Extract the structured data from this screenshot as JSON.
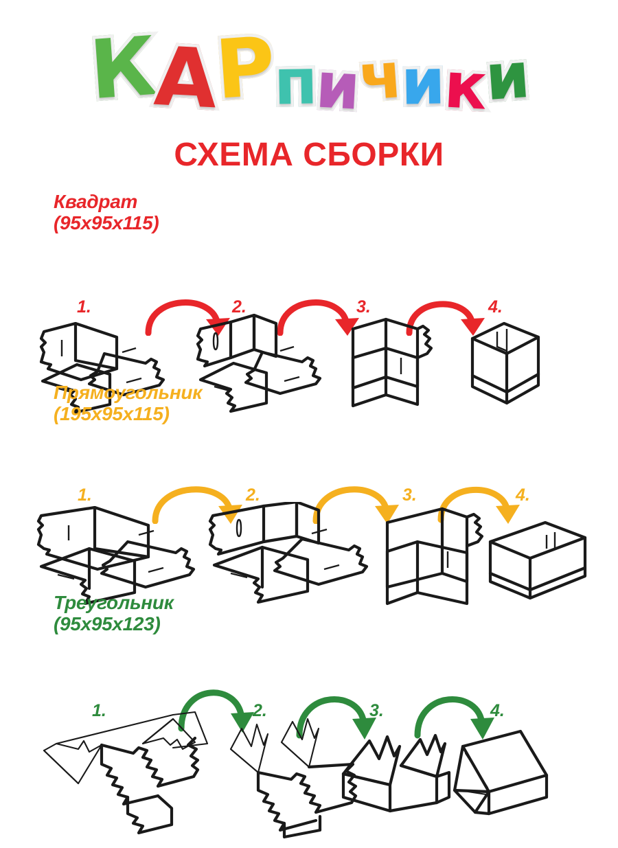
{
  "logo": {
    "text": "КАРпичики",
    "letters": [
      {
        "char": "К",
        "color": "#5cb councillor"
      }
    ]
  },
  "brand": {
    "name": "КАРпичики",
    "letters": [
      {
        "char": "К",
        "color": "#5ab54a",
        "shade": "#2f8f33",
        "tilt": "up"
      },
      {
        "char": "А",
        "color": "#e03030",
        "shade": "#b01c1c",
        "tilt": "dn"
      },
      {
        "char": "Р",
        "color": "#fbc516",
        "shade": "#f0a000",
        "tilt": "up"
      },
      {
        "char": "п",
        "color": "#3fc2ae",
        "shade": "#1c9b96",
        "tilt": "flat"
      },
      {
        "char": "и",
        "color": "#b65cb8",
        "shade": "#8c3a90",
        "tilt": "dn"
      },
      {
        "char": "ч",
        "color": "#f9a81c",
        "shade": "#f6c900",
        "tilt": "up"
      },
      {
        "char": "и",
        "color": "#38a7ec",
        "shade": "#1a72c8",
        "tilt": "flat"
      },
      {
        "char": "к",
        "color": "#ec0f4e",
        "shade": "#c60030",
        "tilt": "dn"
      },
      {
        "char": "и",
        "color": "#2e9440",
        "shade": "#1d6b2c",
        "tilt": "up"
      }
    ]
  },
  "subtitle": "СХЕМА СБОРКИ",
  "colors": {
    "red": "#e8262a",
    "amber": "#f5b01f",
    "green": "#2e8b3d",
    "ink": "#1a1a1a",
    "page_background": "#ffffff"
  },
  "sections": [
    {
      "id": "square",
      "shape_name": "Квадрат",
      "dimensions": "(95x95x115)",
      "heading": "Квадрат\n(95x95x115)",
      "accent": "#e8262a",
      "steps": [
        {
          "label": "1.",
          "description": "flat-blank-pair"
        },
        {
          "label": "2.",
          "description": "side-panels-folded-up"
        },
        {
          "label": "3.",
          "description": "panels-interlocked"
        },
        {
          "label": "4.",
          "description": "assembled-square-box"
        }
      ],
      "arrow_count": 3
    },
    {
      "id": "rectangle",
      "shape_name": "Прямоугольник",
      "dimensions": "(195x95x115)",
      "heading": "Прямоугольник\n(195x95x115)",
      "accent": "#f5b01f",
      "steps": [
        {
          "label": "1.",
          "description": "flat-blank-pair"
        },
        {
          "label": "2.",
          "description": "side-panels-folded-up"
        },
        {
          "label": "3.",
          "description": "panels-interlocked"
        },
        {
          "label": "4.",
          "description": "assembled-rectangular-box"
        }
      ],
      "arrow_count": 3
    },
    {
      "id": "triangle",
      "shape_name": "Треугольник",
      "dimensions": "(95x95x123)",
      "heading": "Треугольник\n(95x95x123)",
      "accent": "#2e8b3d",
      "steps": [
        {
          "label": "1.",
          "description": "flat-blank-pair"
        },
        {
          "label": "2.",
          "description": "wedge-panels-folded-up"
        },
        {
          "label": "3.",
          "description": "panels-interlocked"
        },
        {
          "label": "4.",
          "description": "assembled-triangular-box"
        }
      ],
      "arrow_count": 3
    }
  ]
}
